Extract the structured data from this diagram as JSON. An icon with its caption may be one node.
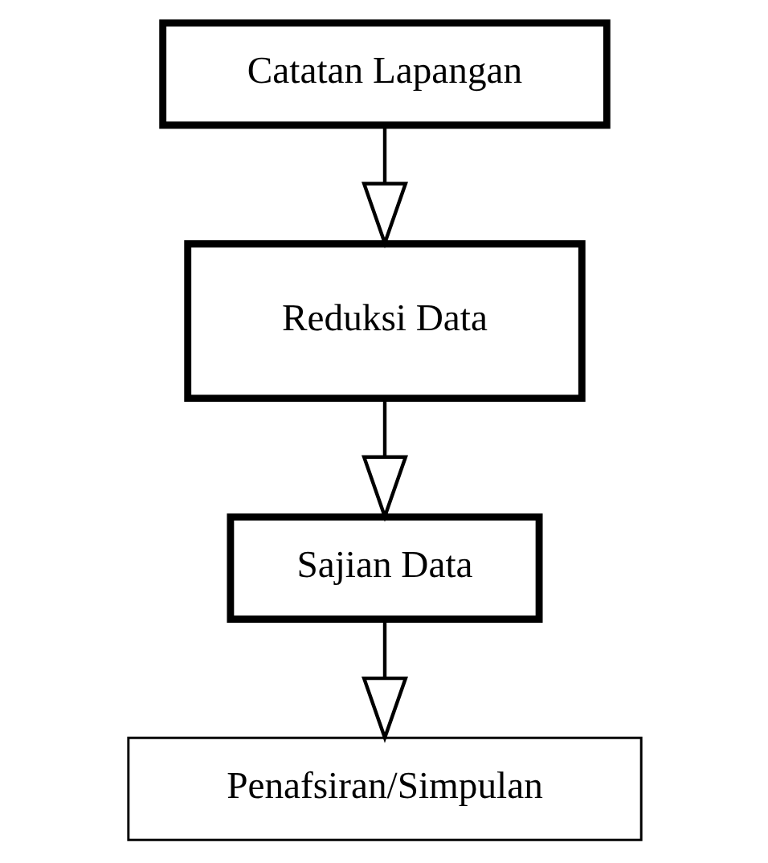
{
  "diagram": {
    "nodes": [
      {
        "text": [
          "Catatan Lapangan"
        ]
      },
      {
        "text": [
          "Reduksi Data"
        ]
      },
      {
        "text": [
          "Sajian Data"
        ]
      },
      {
        "text": [
          "Penafsiran/Simpulan"
        ]
      }
    ],
    "edges": [
      {
        "from": 0,
        "to": 1,
        "arrow": "to"
      },
      {
        "from": 1,
        "to": 2,
        "arrow": "to"
      },
      {
        "from": 2,
        "to": 3,
        "arrow": "to"
      }
    ]
  }
}
